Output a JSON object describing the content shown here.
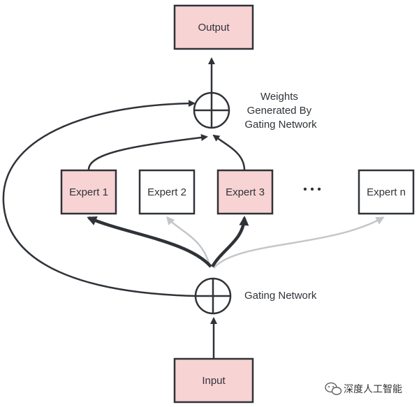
{
  "nodes": {
    "output": {
      "label": "Output",
      "highlighted": true
    },
    "input": {
      "label": "Input",
      "highlighted": true
    },
    "experts": [
      {
        "label": "Expert 1",
        "highlighted": true
      },
      {
        "label": "Expert 2",
        "highlighted": false
      },
      {
        "label": "Expert 3",
        "highlighted": true
      },
      {
        "label": "Expert n",
        "highlighted": false
      }
    ],
    "ellipsis": "• • •"
  },
  "labels": {
    "weights_lines": [
      "Weights",
      "Generated By",
      "Gating Network"
    ],
    "gating_network": "Gating Network"
  },
  "watermark": {
    "text": "深度人工智能",
    "icon": "wechat-icon"
  },
  "colors": {
    "highlight_fill": "#f8d3d4",
    "plain_fill": "#ffffff",
    "stroke": "#2f3338",
    "inactive_arrow": "#c4c6c8"
  }
}
